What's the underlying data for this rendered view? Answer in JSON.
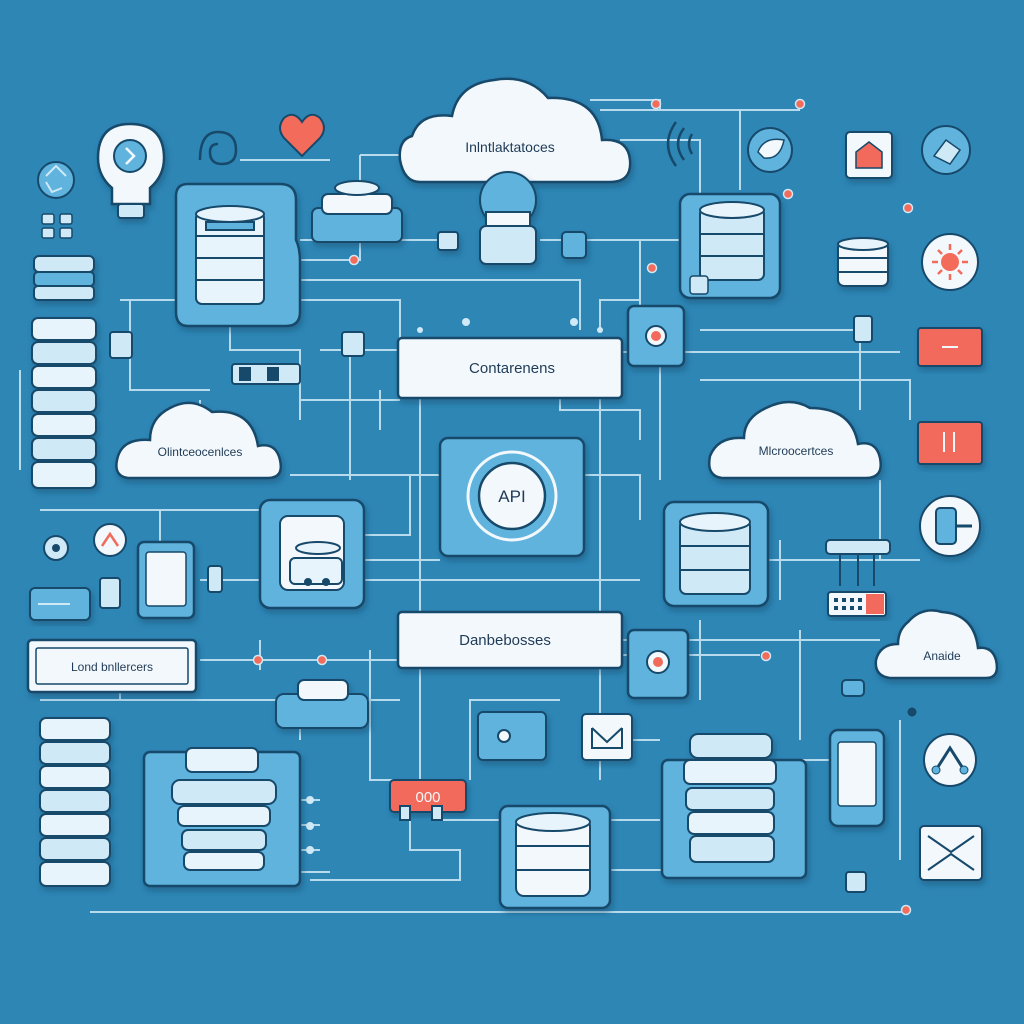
{
  "colors": {
    "background": "#2e86b5",
    "panel": "#5fb3dd",
    "panel_dark": "#3f97c6",
    "outline": "#17496b",
    "line": "#cfe9f7",
    "white": "#f3f8fc",
    "accent_red": "#f26b5b",
    "text": "#1f3b57"
  },
  "diagram": {
    "labels": {
      "cloud_top": "Inlntlaktatoces",
      "containers": "Contarenens",
      "cloud_left": "Olintceocenlces",
      "cloud_right": "Mlcroocertces",
      "api": "API",
      "databases": "Danbebosses",
      "load_balancers": "Lond bnllercers",
      "cloud_bottom_right": "Anaide",
      "counter": "000"
    },
    "icons": [
      "recycle-icon",
      "bulb-icon",
      "chevron-right-icon",
      "spiral-icon",
      "heart-icon",
      "database-icon",
      "server-icon",
      "robot-icon",
      "wifi-icon",
      "leaf-icon",
      "home-icon",
      "satellite-icon",
      "virus-icon",
      "mail-icon",
      "phone-icon",
      "network-icon",
      "close-icon",
      "monitor-icon"
    ]
  }
}
